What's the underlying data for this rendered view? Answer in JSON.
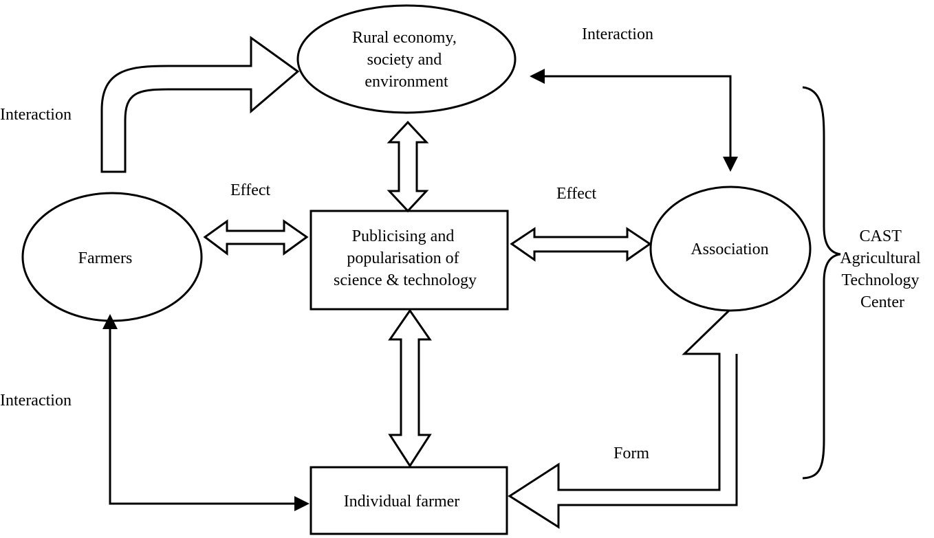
{
  "nodes": {
    "rural": {
      "lines": [
        "Rural economy,",
        "society and",
        "environment"
      ]
    },
    "farmers": {
      "lines": [
        "Farmers"
      ]
    },
    "publicising": {
      "lines": [
        "Publicising and",
        "popularisation of",
        "science & technology"
      ]
    },
    "association": {
      "lines": [
        "Association"
      ]
    },
    "individual": {
      "lines": [
        "Individual farmer"
      ]
    },
    "cast": {
      "lines": [
        "CAST",
        "Agricultural",
        "Technology",
        "Center"
      ]
    }
  },
  "edge_labels": {
    "interaction_top_left": "Interaction",
    "interaction_top_right": "Interaction",
    "interaction_bottom_left": "Interaction",
    "effect_left": "Effect",
    "effect_right": "Effect",
    "form": "Form"
  }
}
